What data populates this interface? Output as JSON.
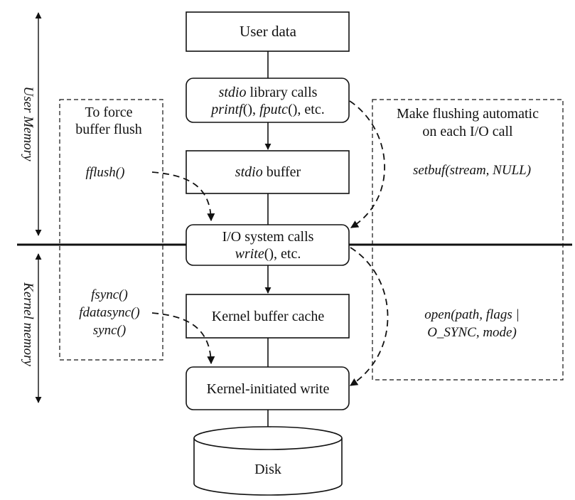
{
  "colors": {
    "ink": "#111111",
    "background": "#ffffff"
  },
  "side_labels": {
    "upper": "User Memory",
    "lower": "Kernel memory"
  },
  "boxes": {
    "user_data": "User data",
    "stdio_calls": {
      "italic": "stdio",
      "rest": " library calls",
      "line2_f1": "printf",
      "line2_p1": "(), ",
      "line2_f2": "fputc",
      "line2_p2": "(), etc."
    },
    "stdio_buffer": {
      "italic": "stdio",
      "rest": " buffer"
    },
    "io_syscalls": {
      "line1": "I/O system calls",
      "func": "write",
      "rest": "(), etc."
    },
    "kernel_cache": "Kernel buffer cache",
    "kernel_write": "Kernel-initiated write",
    "disk": "Disk"
  },
  "left_panel": {
    "title_line1": "To force",
    "title_line2": "buffer flush",
    "fflush": "fflush()",
    "fsync": "fsync()",
    "fdatasync": "fdatasync()",
    "sync": "sync()"
  },
  "right_panel": {
    "title_line1": "Make flushing automatic",
    "title_line2": "on each I/O call",
    "setbuf": "setbuf(stream, NULL)",
    "open_line1": "open(path, flags |",
    "open_line2": "O_SYNC, mode)"
  }
}
